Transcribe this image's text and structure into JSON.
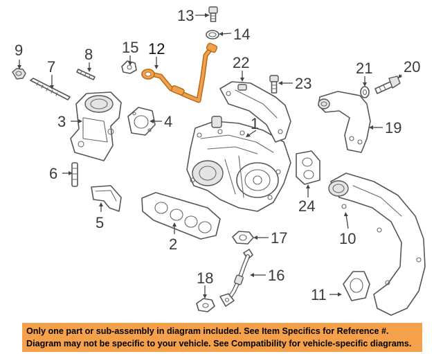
{
  "callouts": {
    "c1": "1",
    "c2": "2",
    "c3": "3",
    "c4": "4",
    "c5": "5",
    "c6": "6",
    "c7": "7",
    "c8": "8",
    "c9": "9",
    "c10": "10",
    "c11": "11",
    "c12": "12",
    "c13": "13",
    "c14": "14",
    "c15": "15",
    "c16": "16",
    "c17": "17",
    "c18": "18",
    "c19": "19",
    "c20": "20",
    "c21": "21",
    "c22": "22",
    "c23": "23",
    "c24": "24"
  },
  "highlight": {
    "part": "12",
    "color": "#f0a24a"
  },
  "disclaimer": {
    "line1": "Only one part or sub-assembly in diagram included. See Item Specifics for Reference #.",
    "line2": "Diagram may not be specific to your vehicle. See Compatibility for vehicle-specific diagrams.",
    "background": "#f5a04a"
  }
}
